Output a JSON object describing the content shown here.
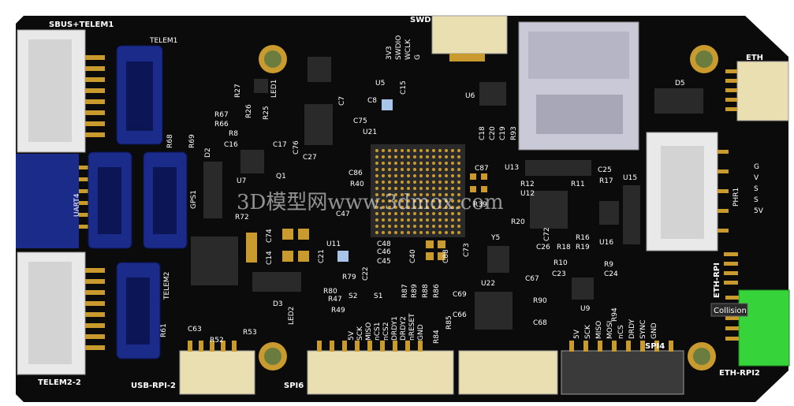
{
  "colors": {
    "board": "#0b0b0b",
    "silkscreen": "#ffffff",
    "pad_gold": "#c99a2e",
    "connector_white": "#e9e9e9",
    "connector_blue": "#1a2b8a",
    "connector_green": "#36d43a",
    "chip": "#2a2a2a"
  },
  "connectors": {
    "sbus_telem1": "SBUS+TELEM1",
    "telem1": "TELEM1",
    "uart4": "UART4",
    "gps1": "GPS1",
    "telem2": "TELEM2",
    "telem2_2": "TELEM2-2",
    "usb_rpi_2": "USB-RPI-2",
    "spi6": "SPI6",
    "spi4": "SPI4",
    "swd": "SWD",
    "eth": "ETH",
    "eth_rpi": "ETH-RPI",
    "eth_rpi2": "ETH-RPI2",
    "phr1": "PHR1"
  },
  "swd_pins": [
    "3V3",
    "SWDIO",
    "WCLK",
    "G"
  ],
  "phr_pins": [
    "G",
    "V",
    "S",
    "S",
    "5V"
  ],
  "spi6_pins": [
    "5V",
    "SCK",
    "MISO",
    "nCS1",
    "nCS2",
    "DRDY1",
    "DRDY2",
    "nRESET",
    "GND"
  ],
  "spi4_pins": [
    "5V",
    "SCK",
    "MISO",
    "MOSI",
    "nCS",
    "DRDY",
    "SYNC",
    "GND"
  ],
  "designators": {
    "d2": "D2",
    "d3": "D3",
    "d5": "D5",
    "led1": "LED1",
    "led2": "LED2",
    "u5": "U5",
    "u6": "U6",
    "u7": "U7",
    "u9": "U9",
    "u11": "U11",
    "u12": "U12",
    "u13": "U13",
    "u15": "U15",
    "u16": "U16",
    "u21": "U21",
    "u22": "U22",
    "q1": "Q1",
    "y5": "Y5",
    "s1": "S1",
    "s2": "S2",
    "r8": "R8",
    "r9": "R9",
    "r10": "R10",
    "r11": "R11",
    "r12": "R12",
    "r16": "R16",
    "r17": "R17",
    "r18": "R18",
    "r19": "R19",
    "r20": "R20",
    "r25": "R25",
    "r26": "R26",
    "r27": "R27",
    "r39": "R39",
    "r40": "R40",
    "r47": "R47",
    "r49": "R49",
    "r52": "R52",
    "r53": "R53",
    "r61": "R61",
    "r66": "R66",
    "r67": "R67",
    "r68": "R68",
    "r69": "R69",
    "r72": "R72",
    "r79": "R79",
    "r80": "R80",
    "r84": "R84",
    "r85": "R85",
    "r86": "R86",
    "r87": "R87",
    "r88": "R88",
    "r89": "R89",
    "r90": "R90",
    "r93": "R93",
    "r94": "R94",
    "c7": "C7",
    "c8": "C8",
    "c14": "C14",
    "c15": "C15",
    "c16": "C16",
    "c17": "C17",
    "c18": "C18",
    "c19": "C19",
    "c20": "C20",
    "c21": "C21",
    "c22": "C22",
    "c23": "C23",
    "c24": "C24",
    "c25": "C25",
    "c26": "C26",
    "c27": "C27",
    "c40": "C40",
    "c45": "C45",
    "c46": "C46",
    "c47": "C47",
    "c48": "C48",
    "c63": "C63",
    "c66": "C66",
    "c67": "C67",
    "c68": "C68",
    "c69": "C69",
    "c72": "C72",
    "c73": "C73",
    "c74": "C74",
    "c75": "C75",
    "c76": "C76",
    "c86": "C86",
    "c87": "C87",
    "c88": "C88"
  },
  "watermark": "3D模型网www.3dmox.com",
  "collision_label": "Collision"
}
